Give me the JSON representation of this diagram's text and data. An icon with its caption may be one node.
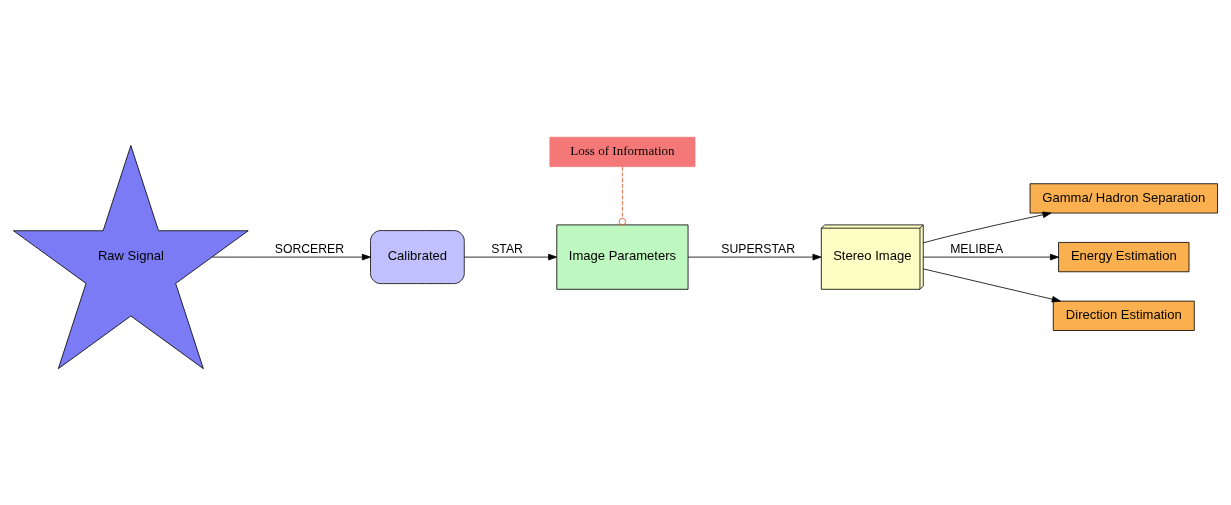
{
  "diagram": {
    "nodes": [
      {
        "text": [
          "Raw Signal"
        ]
      },
      {
        "text": [
          "Calibrated"
        ]
      },
      {
        "text": [
          "Image Parameters"
        ]
      },
      {
        "text": [
          "Loss of Information"
        ]
      },
      {
        "text": [
          "Stereo Image"
        ]
      },
      {
        "text": [
          "Gamma/ Hadron Separation"
        ]
      },
      {
        "text": [
          "Energy Estimation"
        ]
      },
      {
        "text": [
          "Direction Estimation"
        ]
      }
    ],
    "edges": [
      {
        "from": 0,
        "to": 1,
        "arrow": "to",
        "label": "SORCERER"
      },
      {
        "from": 1,
        "to": 2,
        "arrow": "to",
        "label": "STAR"
      },
      {
        "from": 3,
        "to": 2,
        "arrow": "other",
        "style": "dashed",
        "color": "#e8502a"
      },
      {
        "from": 2,
        "to": 4,
        "arrow": "to",
        "label": "SUPERSTAR"
      },
      {
        "from": 4,
        "to": 5,
        "arrow": "to"
      },
      {
        "from": 4,
        "to": 6,
        "arrow": "to",
        "label": "MELIBEA"
      },
      {
        "from": 4,
        "to": 7,
        "arrow": "to"
      }
    ]
  }
}
